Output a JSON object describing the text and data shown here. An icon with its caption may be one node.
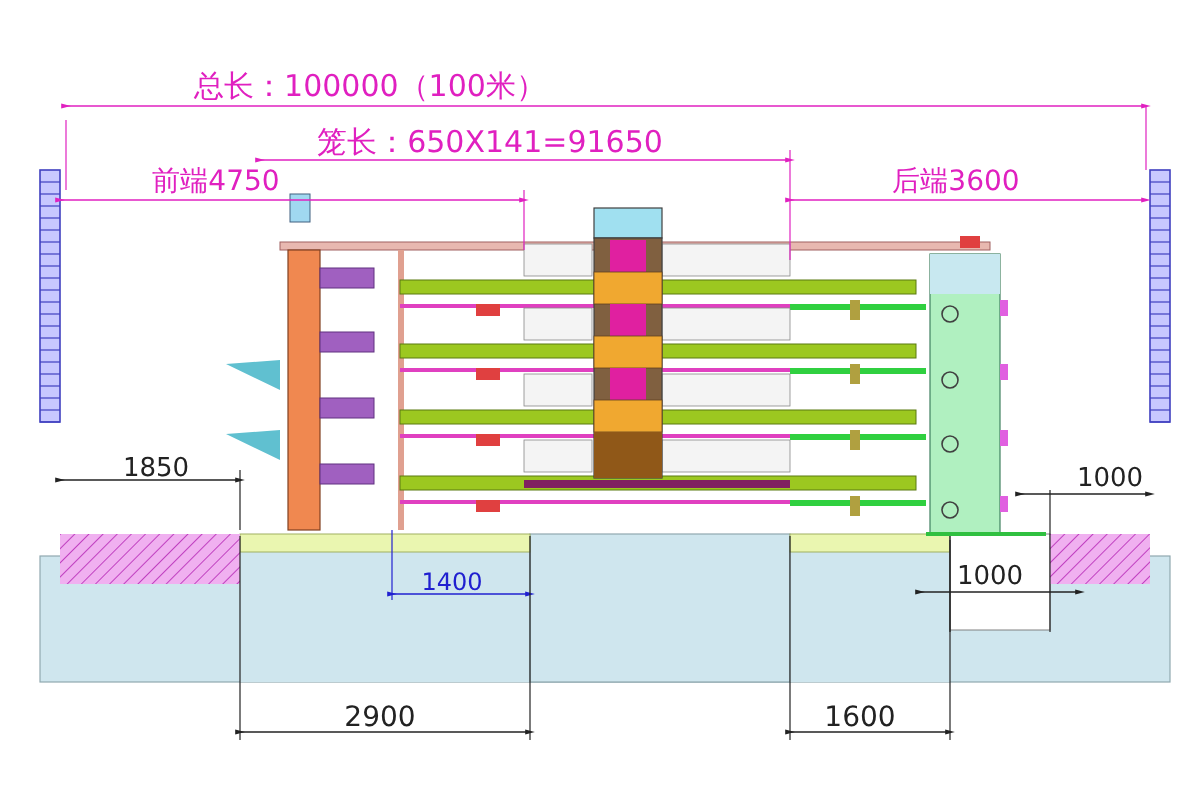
{
  "diagram": {
    "labels": [
      "总长：100000（100米）",
      "笼长：650X141=91650",
      "前端4750",
      "后端3600",
      "1850",
      "1000",
      "1400",
      "1000",
      "2900",
      "1600"
    ]
  }
}
